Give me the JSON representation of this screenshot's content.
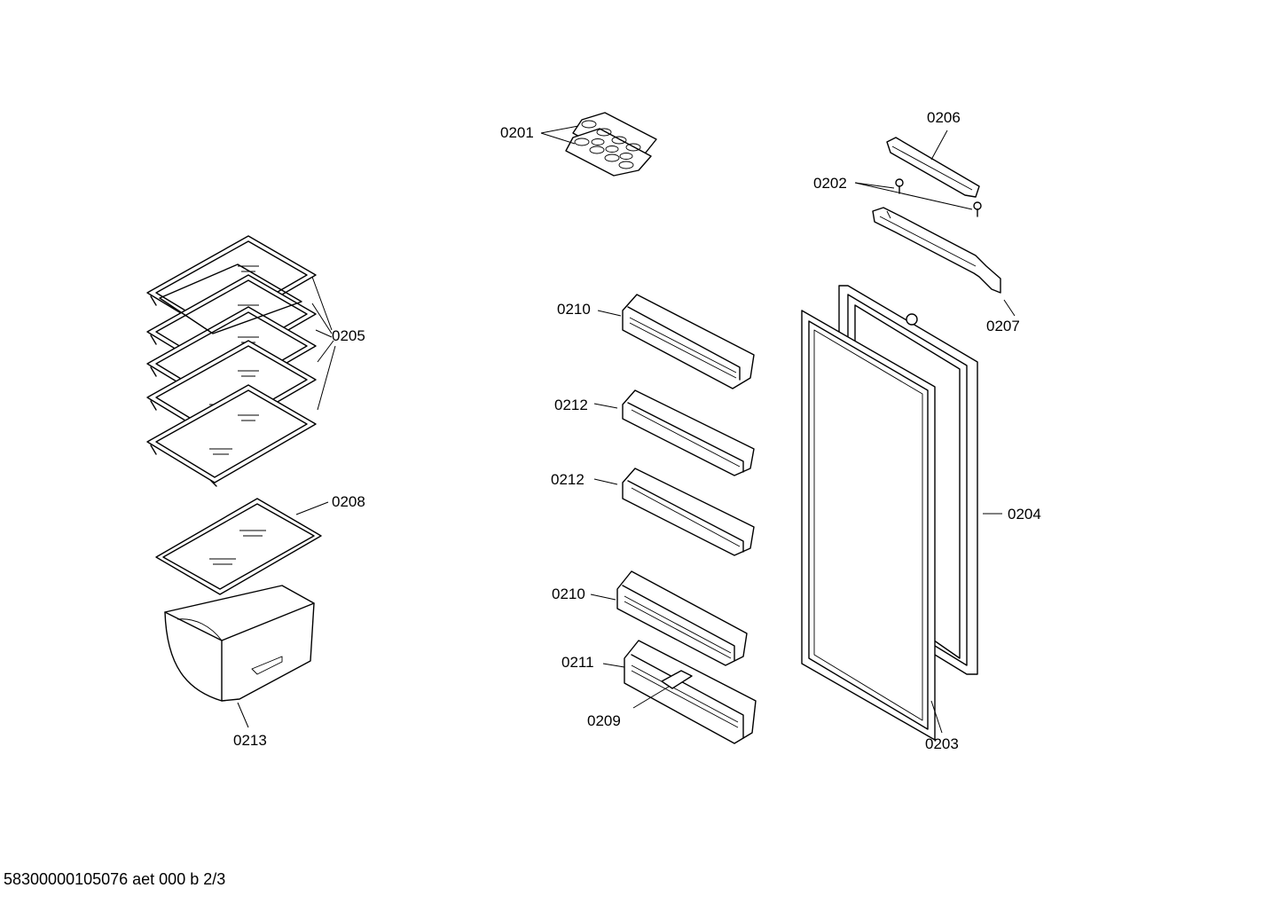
{
  "labels": {
    "p0201": "0201",
    "p0202": "0202",
    "p0203": "0203",
    "p0204": "0204",
    "p0205": "0205",
    "p0206": "0206",
    "p0207": "0207",
    "p0208": "0208",
    "p0209": "0209",
    "p0210a": "0210",
    "p0210b": "0210",
    "p0211": "0211",
    "p0212a": "0212",
    "p0212b": "0212",
    "p0213": "0213"
  },
  "footer": "58300000105076 aet 000 b 2/3"
}
